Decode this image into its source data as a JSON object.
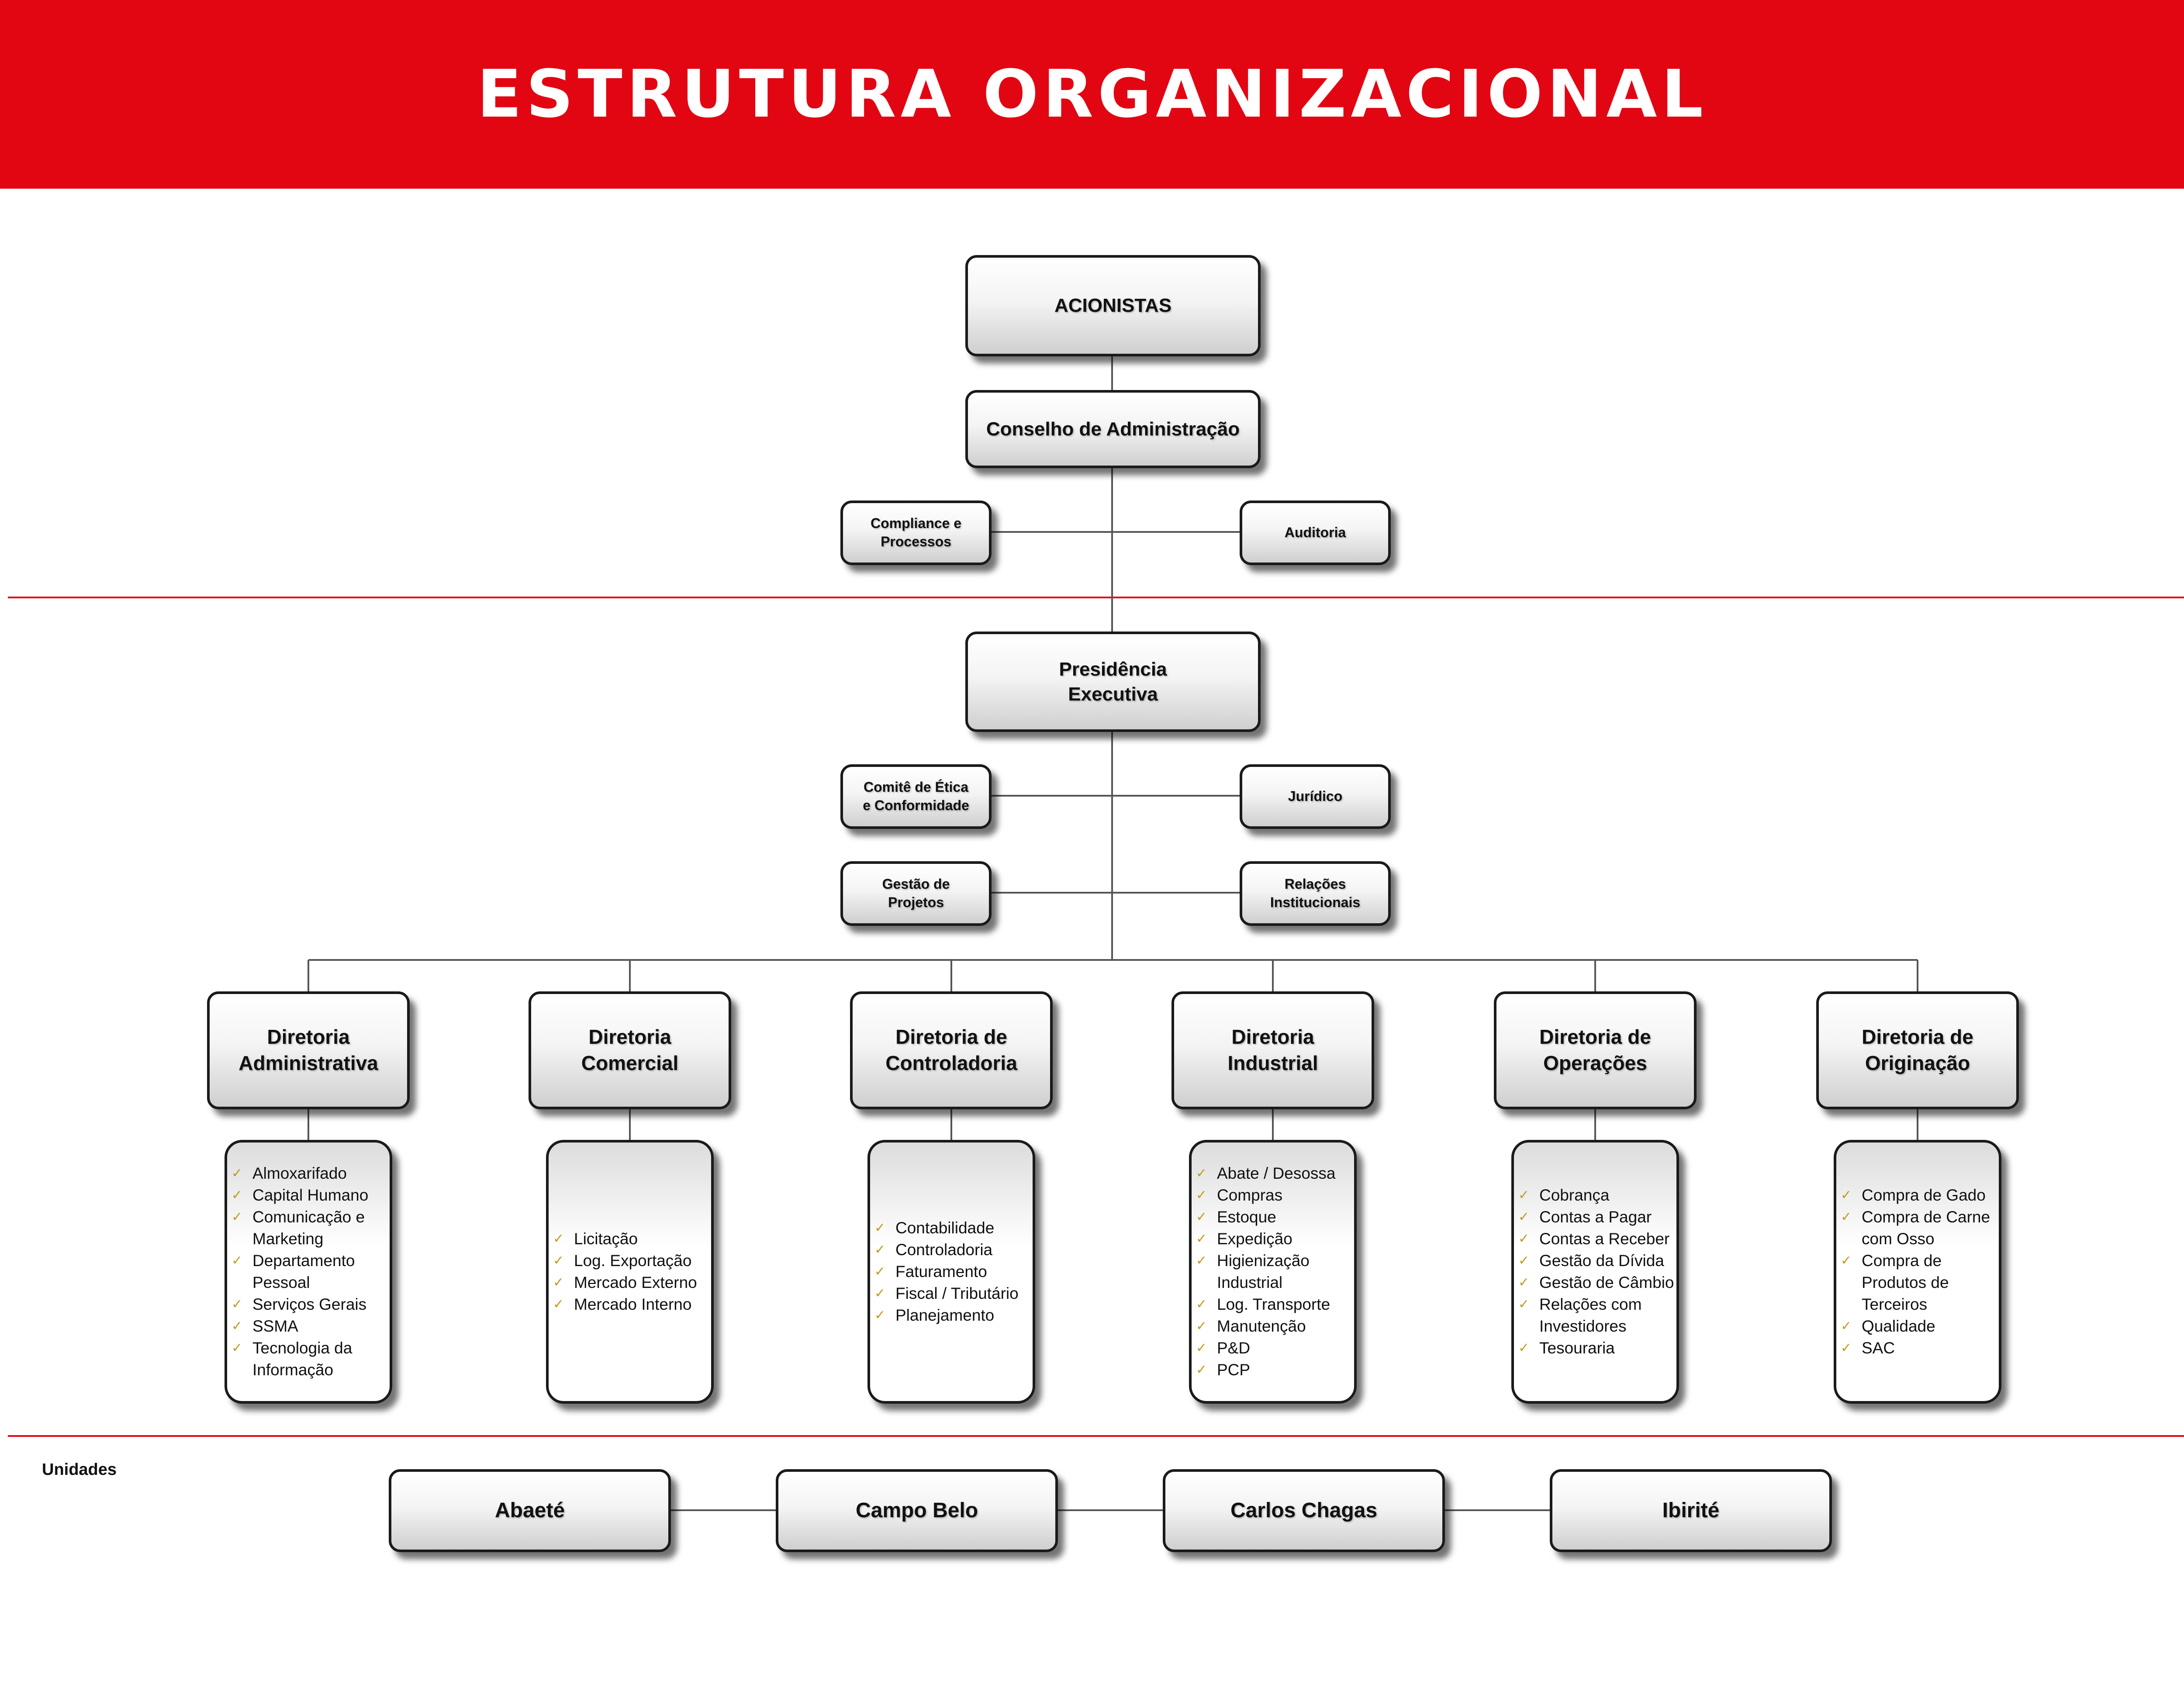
{
  "header": {
    "title": "ESTRUTURA ORGANIZACIONAL",
    "color": "#e20613"
  },
  "governance": {
    "shareholders": "ACIONISTAS",
    "board": "Conselho de Administração",
    "board_staff": [
      "Compliance e\nProcessos",
      "Auditoria"
    ]
  },
  "executive": {
    "presidency": "Presidência\nExecutiva",
    "staff": [
      "Comitê de Ética\ne Conformidade",
      "Jurídico",
      "Gestão de\nProjetos",
      "Relações\nInstitucionais"
    ]
  },
  "directorates": [
    {
      "name": "Diretoria\nAdministrativa",
      "items": [
        "Almoxarifado",
        "Capital Humano",
        "Comunicação e\nMarketing",
        "Departamento\nPessoal",
        "Serviços Gerais",
        "SSMA",
        "Tecnologia da\nInformação"
      ]
    },
    {
      "name": "Diretoria\nComercial",
      "items": [
        "Licitação",
        "Log. Exportação",
        "Mercado Externo",
        "Mercado Interno"
      ]
    },
    {
      "name": "Diretoria de\nControladoria",
      "items": [
        "Contabilidade",
        "Controladoria",
        "Faturamento",
        "Fiscal / Tributário",
        "Planejamento"
      ]
    },
    {
      "name": "Diretoria\nIndustrial",
      "items": [
        "Abate / Desossa",
        "Compras",
        "Estoque",
        "Expedição",
        "Higienização\nIndustrial",
        "Log. Transporte",
        "Manutenção",
        "P&D",
        "PCP"
      ]
    },
    {
      "name": "Diretoria de\nOperações",
      "items": [
        "Cobrança",
        "Contas a Pagar",
        "Contas a Receber",
        "Gestão da Dívida",
        "Gestão de Câmbio",
        "Relações com\nInvestidores",
        "Tesouraria"
      ]
    },
    {
      "name": "Diretoria de\nOriginação",
      "items": [
        "Compra de Gado",
        "Compra de Carne\ncom Osso",
        "Compra de\nProdutos de\nTerceiros",
        "Qualidade",
        "SAC"
      ]
    }
  ],
  "units": {
    "label": "Unidades",
    "items": [
      "Abaeté",
      "Campo Belo",
      "Carlos Chagas",
      "Ibirité"
    ]
  },
  "colors": {
    "separator": "#e20613",
    "connector": "#555555",
    "check": "#c49a1a"
  }
}
